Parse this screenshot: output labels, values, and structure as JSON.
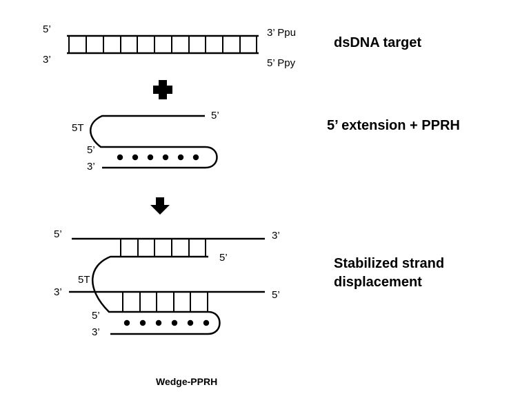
{
  "panel1": {
    "title": "dsDNA target",
    "top_left": "5’",
    "bottom_left": "3’",
    "top_right": "3’ Ppu",
    "bottom_right": "5’ Ppy"
  },
  "panel2": {
    "title": "5’ extension + PPRH",
    "top_end": "5’",
    "loop_label": "5T",
    "hairpin_5": "5’",
    "hairpin_3": "3’"
  },
  "panel3": {
    "title_line1": "Stabilized strand",
    "title_line2": "displacement",
    "top_left": "5’",
    "top_right": "3’",
    "ext_end": "5’",
    "loop_label": "5T",
    "mid_left": "3’",
    "mid_right": "5’",
    "hairpin_5": "5’",
    "hairpin_3": "3’"
  },
  "caption": "Wedge-PPRH",
  "colors": {
    "ink": "#000000",
    "background": "#ffffff"
  }
}
